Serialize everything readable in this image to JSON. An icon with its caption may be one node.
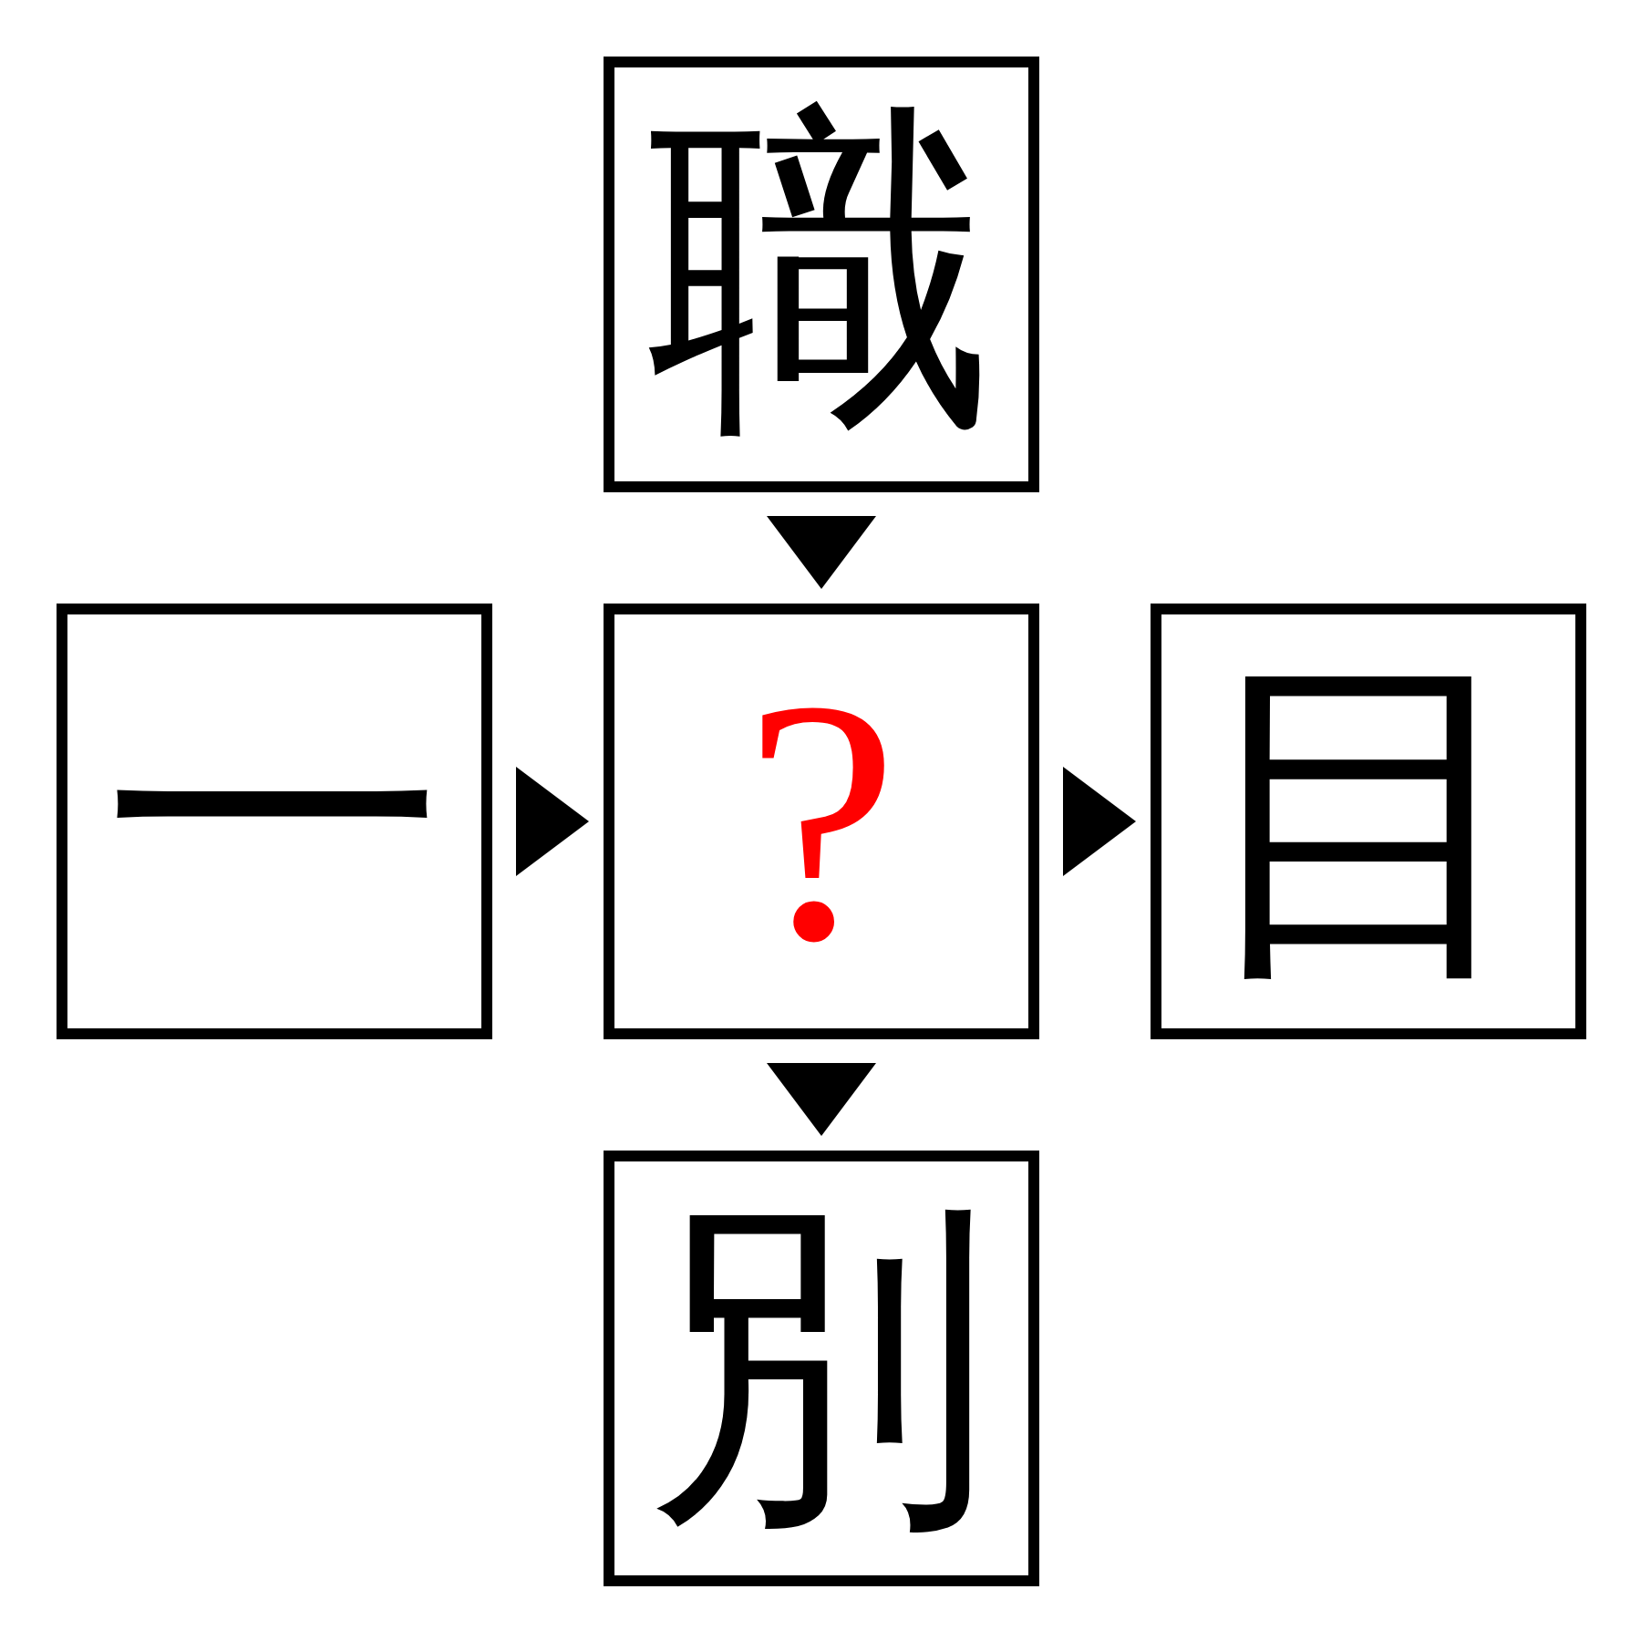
{
  "diagram": {
    "nodes": [
      {
        "text": [
          "職"
        ]
      },
      {
        "text": [
          "一"
        ]
      },
      {
        "text": [
          "?"
        ]
      },
      {
        "text": [
          "目"
        ]
      },
      {
        "text": [
          "別"
        ]
      }
    ],
    "edges": [
      {
        "from": 0,
        "to": 2,
        "arrow": "to"
      },
      {
        "from": 1,
        "to": 2,
        "arrow": "to"
      },
      {
        "from": 2,
        "to": 3,
        "arrow": "to"
      },
      {
        "from": 2,
        "to": 4,
        "arrow": "to"
      }
    ]
  }
}
